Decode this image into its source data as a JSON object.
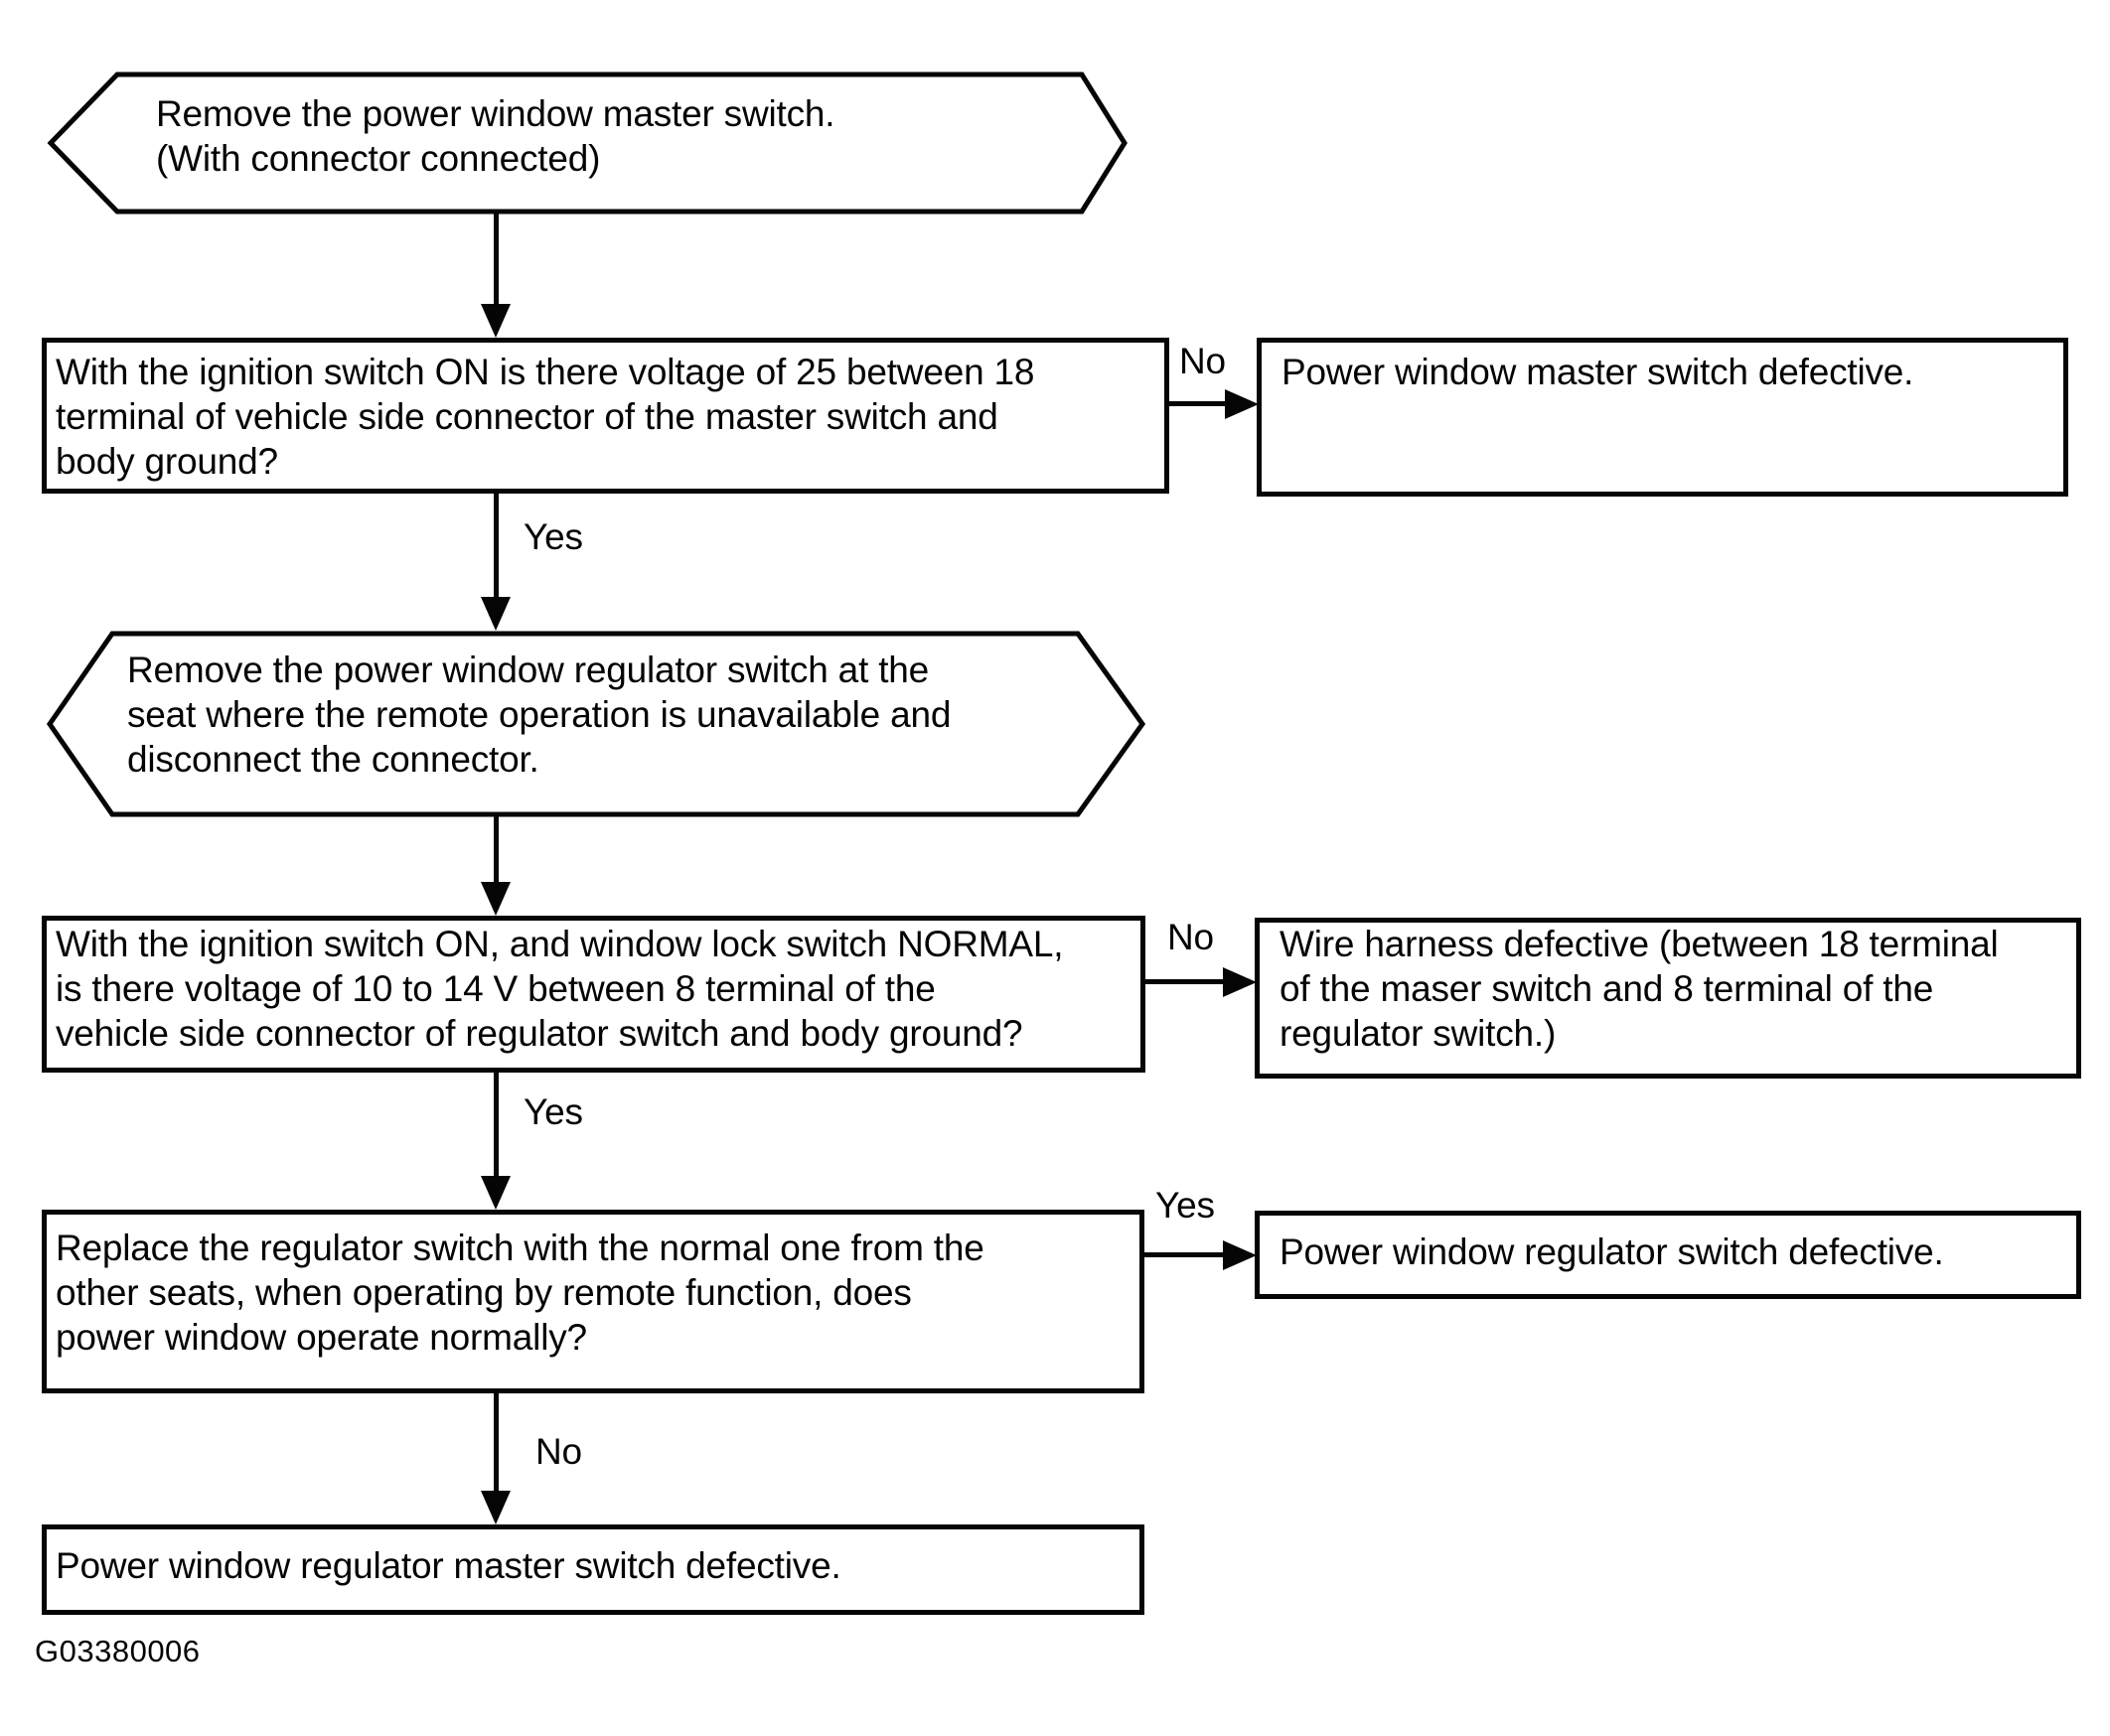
{
  "figure_code": "G03380006",
  "diagram_type": "troubleshooting-flowchart",
  "colors": {
    "ink": "#050505",
    "paper": "#ffffff"
  },
  "nodes": [
    {
      "id": "start",
      "shape": "hexagon",
      "lines": [
        "Remove the power window master switch.",
        "(With connector connected)"
      ]
    },
    {
      "id": "q1",
      "shape": "rect",
      "lines": [
        "With the ignition switch ON is there voltage of 25 between 18",
        "terminal of vehicle side connector of the master switch and",
        "body ground?"
      ]
    },
    {
      "id": "result-master-switch",
      "shape": "rect",
      "lines": [
        "Power window master switch defective."
      ]
    },
    {
      "id": "step2",
      "shape": "hexagon",
      "lines": [
        "Remove the power window regulator switch at the",
        "seat where the remote operation is unavailable and",
        "disconnect the connector."
      ]
    },
    {
      "id": "q2",
      "shape": "rect",
      "lines": [
        "With the ignition switch ON, and window lock switch NORMAL,",
        "is there voltage of 10 to 14 V between 8 terminal of the",
        "vehicle side connector of regulator switch and body ground?"
      ]
    },
    {
      "id": "result-wire-harness",
      "shape": "rect",
      "lines": [
        "Wire harness defective (between 18 terminal",
        "of the maser switch and 8 terminal of the",
        "regulator switch.)"
      ]
    },
    {
      "id": "q3",
      "shape": "rect",
      "lines": [
        "Replace the regulator switch with the normal one from the",
        "other seats, when operating by remote function, does",
        "power window operate normally?"
      ]
    },
    {
      "id": "result-regulator-switch",
      "shape": "rect",
      "lines": [
        "Power window regulator switch defective."
      ]
    },
    {
      "id": "result-regulator-master",
      "shape": "rect",
      "lines": [
        "Power window regulator master switch defective."
      ]
    }
  ],
  "edges": [
    {
      "from": "start",
      "to": "q1",
      "label": ""
    },
    {
      "from": "q1",
      "to": "result-master-switch",
      "label": "No"
    },
    {
      "from": "q1",
      "to": "step2",
      "label": "Yes"
    },
    {
      "from": "step2",
      "to": "q2",
      "label": ""
    },
    {
      "from": "q2",
      "to": "result-wire-harness",
      "label": "No"
    },
    {
      "from": "q2",
      "to": "q3",
      "label": "Yes"
    },
    {
      "from": "q3",
      "to": "result-regulator-switch",
      "label": "Yes"
    },
    {
      "from": "q3",
      "to": "result-regulator-master",
      "label": "No"
    }
  ]
}
